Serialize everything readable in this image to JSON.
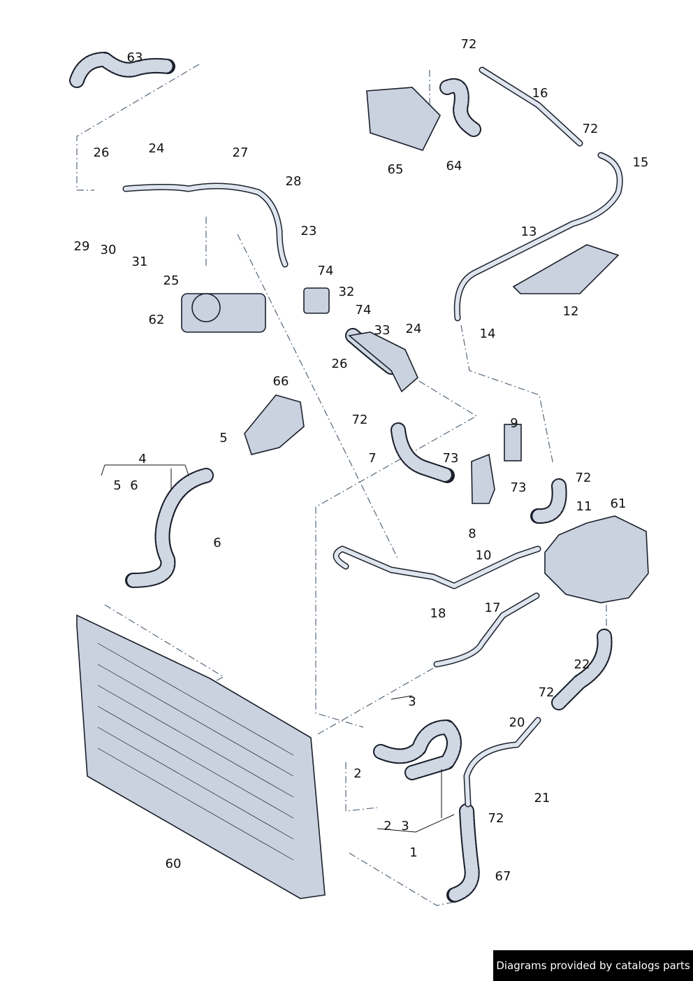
{
  "labels": [
    "63",
    "26",
    "24",
    "27",
    "28",
    "29",
    "30",
    "31",
    "23",
    "25",
    "74",
    "32",
    "74",
    "62",
    "33",
    "24",
    "26",
    "66",
    "72",
    "5",
    "4",
    "5",
    "6",
    "6",
    "7",
    "73",
    "9",
    "72",
    "73",
    "11",
    "8",
    "10",
    "61",
    "18",
    "17",
    "22",
    "72",
    "3",
    "20",
    "2",
    "21",
    "72",
    "2",
    "3",
    "1",
    "60",
    "67",
    "16",
    "72",
    "72",
    "15",
    "65",
    "64",
    "13",
    "12",
    "14"
  ],
  "footer": "Diagrams provided by catalogs parts"
}
